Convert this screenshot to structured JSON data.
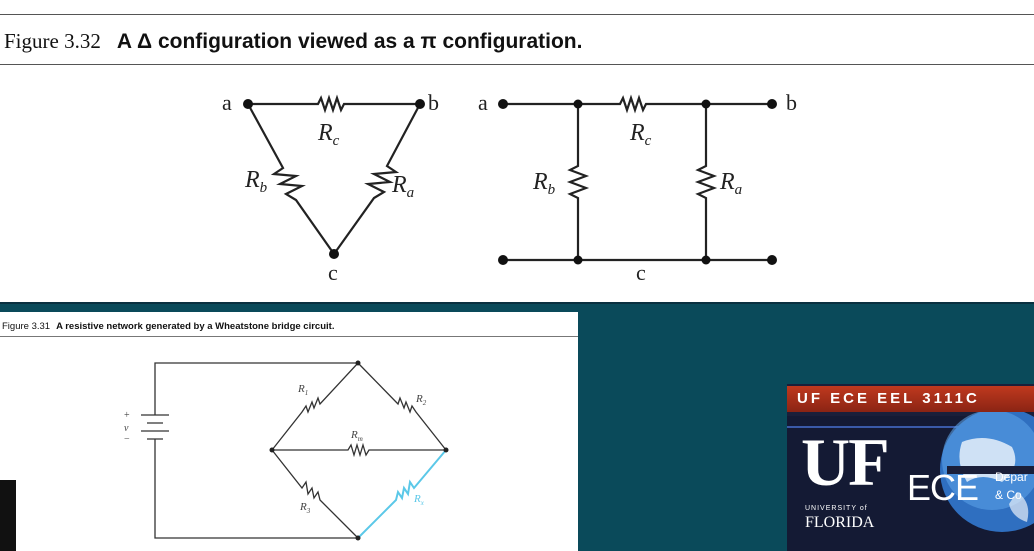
{
  "figure_332": {
    "number": "Figure 3.32",
    "caption": "A Δ configuration viewed as a π configuration.",
    "delta": {
      "nodes": {
        "a": "a",
        "b": "b",
        "c": "c"
      },
      "resistors": {
        "top": "c",
        "left": "b",
        "right": "a"
      }
    },
    "pi": {
      "nodes": {
        "a": "a",
        "b": "b",
        "c": "c"
      },
      "resistors": {
        "top": "c",
        "left": "b",
        "right": "a"
      }
    }
  },
  "figure_331": {
    "number": "Figure 3.31",
    "caption": "A resistive network generated by a Wheatstone bridge circuit.",
    "source": {
      "plus": "+",
      "minus": "−",
      "label": "v"
    },
    "resistors": {
      "r1": "1",
      "r2": "2",
      "rm": "m",
      "r3": "3",
      "rx": "x"
    },
    "highlight_color": "#5bc8e8"
  },
  "banner": {
    "strip_text": "UF ECE EEL 3111C",
    "uf": "UF",
    "ece": "ECE",
    "university_of": "UNIVERSITY of",
    "florida": "FLORIDA",
    "dept_line1": "Depar",
    "dept_line2": "& Co",
    "strip_color": "#c0391e"
  }
}
